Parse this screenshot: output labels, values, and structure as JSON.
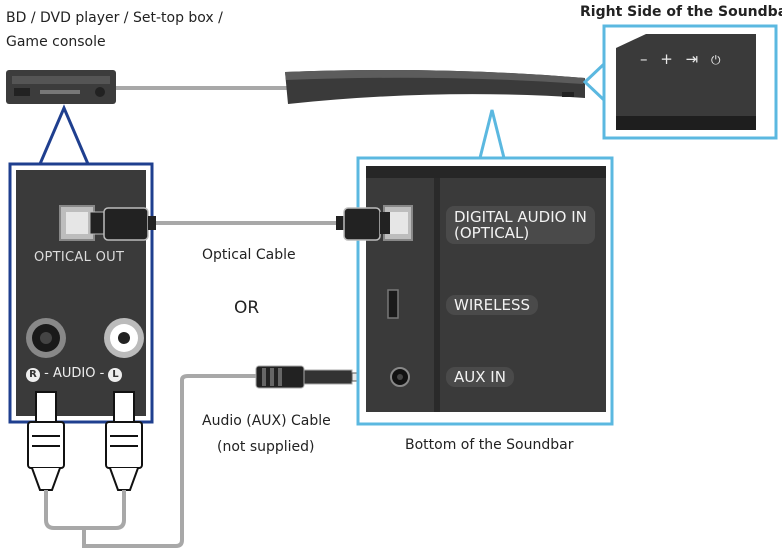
{
  "labels": {
    "source_device_line1": "BD / DVD player / Set-top box /",
    "source_device_line2": "Game console",
    "right_side": "Right Side of the Soundbar",
    "optical_cable": "Optical Cable",
    "or": "OR",
    "aux_cable_line1": "Audio (AUX) Cable",
    "aux_cable_line2": "(not supplied)",
    "bottom_of_soundbar": "Bottom of the Soundbar",
    "optical_out": "OPTICAL OUT",
    "audio_right": "R",
    "audio_text": "- AUDIO -",
    "audio_left": "L"
  },
  "soundbar_ports": {
    "digital_line1": "DIGITAL AUDIO IN",
    "digital_line2": "(OPTICAL)",
    "wireless": "WIRELESS",
    "aux_in": "AUX IN"
  },
  "side_buttons": {
    "minus": "–",
    "plus": "+",
    "source": "⇥",
    "power": "⏻"
  },
  "colors": {
    "callout_blue": "#5bb8e0",
    "panel_navy": "#1f3f8f",
    "panel_dark": "#3a3a3a",
    "cable_gray": "#9a9a9a"
  }
}
